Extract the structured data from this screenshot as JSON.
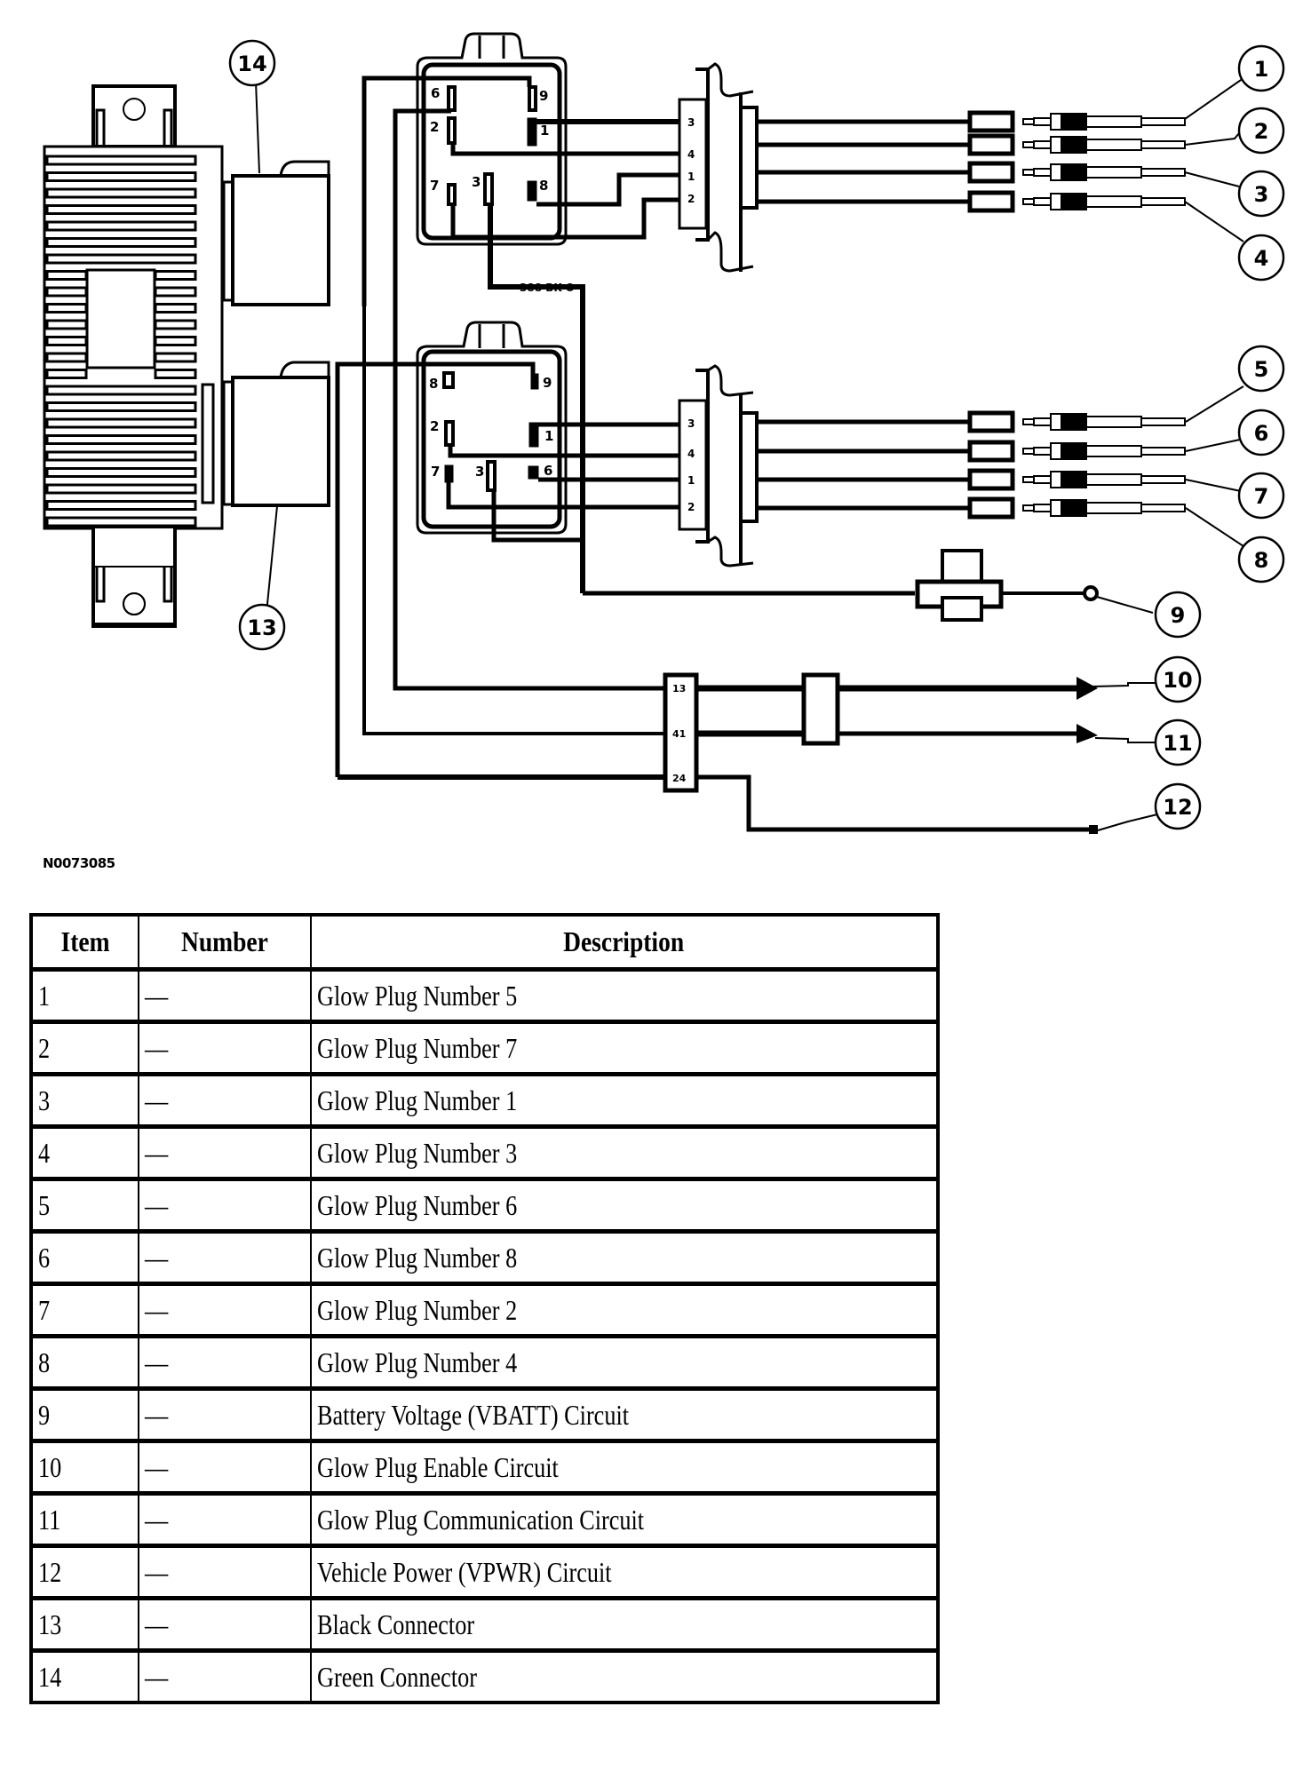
{
  "figure": {
    "id": "N0073085",
    "wire_label": "388 BK-O",
    "callouts": [
      "1",
      "2",
      "3",
      "4",
      "5",
      "6",
      "7",
      "8",
      "9",
      "10",
      "11",
      "12",
      "13",
      "14"
    ],
    "upper_relay_pins": [
      "6",
      "9",
      "2",
      "1",
      "7",
      "3",
      "8"
    ],
    "lower_relay_pins": [
      "8",
      "9",
      "2",
      "1",
      "7",
      "3",
      "6"
    ],
    "upper_inline_pins": [
      "3",
      "4",
      "1",
      "2"
    ],
    "lower_inline_pins": [
      "3",
      "4",
      "1",
      "2"
    ],
    "pcm_inline_pins": [
      "13",
      "41",
      "24"
    ]
  },
  "table": {
    "headers": [
      "Item",
      "Number",
      "Description"
    ],
    "rows": [
      {
        "item": "1",
        "number": "—",
        "description": "Glow Plug Number 5"
      },
      {
        "item": "2",
        "number": "—",
        "description": "Glow Plug Number 7"
      },
      {
        "item": "3",
        "number": "—",
        "description": "Glow Plug Number 1"
      },
      {
        "item": "4",
        "number": "—",
        "description": "Glow Plug Number 3"
      },
      {
        "item": "5",
        "number": "—",
        "description": "Glow Plug Number 6"
      },
      {
        "item": "6",
        "number": "—",
        "description": "Glow Plug Number 8"
      },
      {
        "item": "7",
        "number": "—",
        "description": "Glow Plug Number 2"
      },
      {
        "item": "8",
        "number": "—",
        "description": "Glow Plug Number 4"
      },
      {
        "item": "9",
        "number": "—",
        "description": "Battery Voltage (VBATT) Circuit"
      },
      {
        "item": "10",
        "number": "—",
        "description": "Glow Plug Enable Circuit"
      },
      {
        "item": "11",
        "number": "—",
        "description": "Glow Plug Communication Circuit"
      },
      {
        "item": "12",
        "number": "—",
        "description": "Vehicle Power (VPWR) Circuit"
      },
      {
        "item": "13",
        "number": "—",
        "description": "Black Connector"
      },
      {
        "item": "14",
        "number": "—",
        "description": "Green Connector"
      }
    ]
  }
}
